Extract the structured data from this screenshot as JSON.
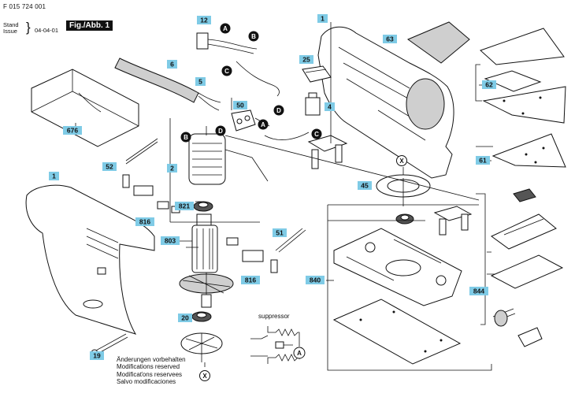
{
  "header": {
    "doc_number": "F 015 724 001",
    "stand_label": "Stand",
    "issue_label": "Issue",
    "issue_date": "04-04-01",
    "figure_title": "Fig./Abb. 1"
  },
  "footer_notes": [
    "Änderungen vorbehalten",
    "Modifications reserved",
    "Modificaťons reservees",
    "Salvo modificaciones"
  ],
  "suppressor_label": "suppressor",
  "connector_letters": {
    "a": "A",
    "b": "B",
    "c": "C",
    "d": "D",
    "x": "X"
  },
  "part_labels": {
    "p1_top": "1",
    "p1_side": "1",
    "p2": "2",
    "p4": "4",
    "p5": "5",
    "p6": "6",
    "p12": "12",
    "p19": "19",
    "p20": "20",
    "p25": "25",
    "p45": "45",
    "p50": "50",
    "p51": "51",
    "p52": "52",
    "p61": "61",
    "p62": "62",
    "p63": "63",
    "p676": "676",
    "p803": "803",
    "p816_left": "816",
    "p816_right": "816",
    "p821": "821",
    "p840": "840",
    "p844": "844"
  }
}
